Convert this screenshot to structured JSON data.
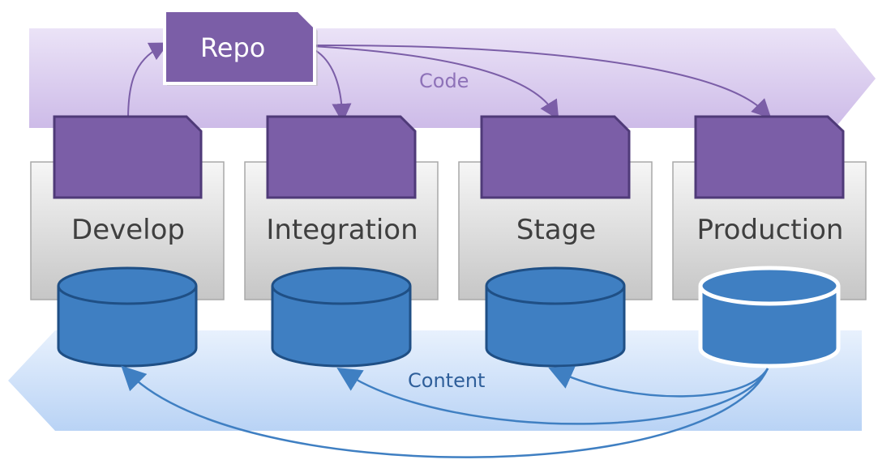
{
  "repo": {
    "label": "Repo"
  },
  "code_band": {
    "label": "Code"
  },
  "content_band": {
    "label": "Content"
  },
  "environments": [
    {
      "label": "Develop"
    },
    {
      "label": "Integration"
    },
    {
      "label": "Stage"
    },
    {
      "label": "Production"
    }
  ],
  "colors": {
    "code_band": "#d9cbee",
    "code_box": "#7b5ea7",
    "code_box_border": "#4f3a78",
    "env_box_top": "#f4f4f4",
    "env_box_bottom": "#c9c9c9",
    "db_fill": "#3f7fc2",
    "db_border": "#1f4f85",
    "content_band": "#d6e6fb",
    "content_arrow": "#3f7fc2",
    "code_arrow": "#7b5ea7"
  }
}
